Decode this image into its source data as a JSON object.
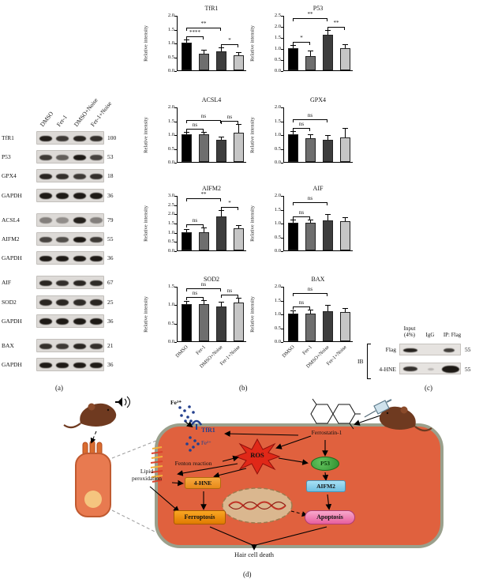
{
  "figure": {
    "panel_labels": {
      "a": "(a)",
      "b": "(b)",
      "c": "(c)",
      "d": "(d)"
    }
  },
  "bar_colors": [
    "#000000",
    "#6e6e6e",
    "#3d3d3d",
    "#c6c6c6"
  ],
  "panel_a": {
    "lane_labels": [
      "DMSO",
      "Fer-1",
      "DMSO+Noise",
      "Fer-1+Noise"
    ],
    "rows": [
      {
        "label": "TfR1",
        "mw": "100",
        "group": 0,
        "bands": [
          0.95,
          0.8,
          0.9,
          0.85
        ]
      },
      {
        "label": "P53",
        "mw": "53",
        "group": 0,
        "bands": [
          0.8,
          0.62,
          0.97,
          0.75
        ]
      },
      {
        "label": "GPX4",
        "mw": "18",
        "group": 0,
        "bands": [
          0.9,
          0.85,
          0.8,
          0.85
        ]
      },
      {
        "label": "GAPDH",
        "mw": "36",
        "group": 0,
        "bands": [
          0.96,
          0.96,
          0.96,
          0.96
        ]
      },
      {
        "label": "ACSL4",
        "mw": "79",
        "group": 1,
        "bands": [
          0.45,
          0.38,
          0.92,
          0.45
        ]
      },
      {
        "label": "AIFM2",
        "mw": "55",
        "group": 1,
        "bands": [
          0.75,
          0.7,
          0.97,
          0.8
        ]
      },
      {
        "label": "GAPDH",
        "mw": "36",
        "group": 1,
        "bands": [
          0.96,
          0.96,
          0.96,
          0.96
        ]
      },
      {
        "label": "AIF",
        "mw": "67",
        "group": 2,
        "bands": [
          0.9,
          0.86,
          0.9,
          0.88
        ]
      },
      {
        "label": "SOD2",
        "mw": "25",
        "group": 2,
        "bands": [
          0.9,
          0.9,
          0.88,
          0.9
        ]
      },
      {
        "label": "GAPDH",
        "mw": "36",
        "group": 2,
        "bands": [
          0.96,
          0.96,
          0.96,
          0.96
        ]
      },
      {
        "label": "BAX",
        "mw": "21",
        "group": 3,
        "bands": [
          0.85,
          0.8,
          0.9,
          0.85
        ]
      },
      {
        "label": "GAPDH",
        "mw": "36",
        "group": 3,
        "bands": [
          0.96,
          0.96,
          0.96,
          0.96
        ]
      }
    ]
  },
  "chart_data": [
    {
      "type": "bar",
      "title": "TfR1",
      "ylabel": "Relative intensity",
      "ylim": [
        0,
        2.0
      ],
      "yticks": [
        0,
        0.5,
        1.0,
        1.5,
        2.0
      ],
      "categories": [
        "DMSO",
        "Fer-1",
        "DMSO+Noise",
        "Fer-1+Noise"
      ],
      "values": [
        1.0,
        0.6,
        0.7,
        0.55
      ],
      "errors": [
        0.1,
        0.12,
        0.1,
        0.08
      ],
      "significance": [
        {
          "from": 0,
          "to": 1,
          "label": "****",
          "level": 0
        },
        {
          "from": 0,
          "to": 2,
          "label": "**",
          "level": 1
        },
        {
          "from": 2,
          "to": 3,
          "label": "*",
          "level": 0
        }
      ],
      "show_xlabels": false
    },
    {
      "type": "bar",
      "title": "P53",
      "ylabel": "Relative intensity",
      "ylim": [
        0,
        2.5
      ],
      "yticks": [
        0,
        0.5,
        1.0,
        1.5,
        2.0,
        2.5
      ],
      "categories": [
        "DMSO",
        "Fer-1",
        "DMSO+Noise",
        "Fer-1+Noise"
      ],
      "values": [
        1.0,
        0.65,
        1.6,
        1.0
      ],
      "errors": [
        0.12,
        0.2,
        0.18,
        0.15
      ],
      "significance": [
        {
          "from": 0,
          "to": 1,
          "label": "*",
          "level": 0
        },
        {
          "from": 0,
          "to": 2,
          "label": "**",
          "level": 1
        },
        {
          "from": 2,
          "to": 3,
          "label": "**",
          "level": 0
        }
      ],
      "show_xlabels": false
    },
    {
      "type": "bar",
      "title": "ACSL4",
      "ylabel": "Relative intensity",
      "ylim": [
        0,
        2.0
      ],
      "yticks": [
        0,
        0.5,
        1.0,
        1.5,
        2.0
      ],
      "categories": [
        "DMSO",
        "Fer-1",
        "DMSO+Noise",
        "Fer-1+Noise"
      ],
      "values": [
        1.0,
        1.0,
        0.8,
        1.05
      ],
      "errors": [
        0.07,
        0.07,
        0.1,
        0.28
      ],
      "significance": [
        {
          "from": 0,
          "to": 1,
          "label": "ns",
          "level": 0
        },
        {
          "from": 0,
          "to": 2,
          "label": "ns",
          "level": 1
        },
        {
          "from": 2,
          "to": 3,
          "label": "ns",
          "level": 0
        }
      ],
      "show_xlabels": false
    },
    {
      "type": "bar",
      "title": "GPX4",
      "ylabel": "Relative intensity",
      "ylim": [
        0,
        2.0
      ],
      "yticks": [
        0,
        0.5,
        1.0,
        1.5,
        2.0
      ],
      "categories": [
        "DMSO",
        "Fer-1",
        "DMSO+Noise",
        "Fer-1+Noise"
      ],
      "values": [
        1.0,
        0.85,
        0.8,
        0.9
      ],
      "errors": [
        0.08,
        0.12,
        0.15,
        0.3
      ],
      "significance": [
        {
          "from": 0,
          "to": 1,
          "label": "ns",
          "level": 0
        },
        {
          "from": 0,
          "to": 2,
          "label": "ns",
          "level": 1
        }
      ],
      "show_xlabels": false
    },
    {
      "type": "bar",
      "title": "AIFM2",
      "ylabel": "Relative intensity",
      "ylim": [
        0,
        3.0
      ],
      "yticks": [
        0,
        0.5,
        1.0,
        1.5,
        2.0,
        2.5,
        3.0
      ],
      "categories": [
        "DMSO",
        "Fer-1",
        "DMSO+Noise",
        "Fer-1+Noise"
      ],
      "values": [
        1.0,
        1.0,
        1.85,
        1.2
      ],
      "errors": [
        0.1,
        0.18,
        0.3,
        0.15
      ],
      "significance": [
        {
          "from": 0,
          "to": 1,
          "label": "ns",
          "level": 0
        },
        {
          "from": 0,
          "to": 2,
          "label": "**",
          "level": 1
        },
        {
          "from": 2,
          "to": 3,
          "label": "*",
          "level": 0
        }
      ],
      "show_xlabels": false
    },
    {
      "type": "bar",
      "title": "AIF",
      "ylabel": "Relative intensity",
      "ylim": [
        0,
        2.0
      ],
      "yticks": [
        0,
        0.5,
        1.0,
        1.5,
        2.0
      ],
      "categories": [
        "DMSO",
        "Fer-1",
        "DMSO+Noise",
        "Fer-1+Noise"
      ],
      "values": [
        1.0,
        1.0,
        1.1,
        1.05
      ],
      "errors": [
        0.08,
        0.1,
        0.18,
        0.12
      ],
      "significance": [
        {
          "from": 0,
          "to": 1,
          "label": "ns",
          "level": 0
        },
        {
          "from": 0,
          "to": 2,
          "label": "ns",
          "level": 1
        }
      ],
      "show_xlabels": false
    },
    {
      "type": "bar",
      "title": "SOD2",
      "ylabel": "Relative intensity",
      "ylim": [
        0,
        1.5
      ],
      "yticks": [
        0,
        0.5,
        1.0,
        1.5
      ],
      "categories": [
        "DMSO",
        "Fer-1",
        "DMSO+Noise",
        "Fer-1+Noise"
      ],
      "values": [
        1.0,
        1.0,
        0.95,
        1.05
      ],
      "errors": [
        0.07,
        0.1,
        0.1,
        0.1
      ],
      "significance": [
        {
          "from": 0,
          "to": 1,
          "label": "ns",
          "level": 0
        },
        {
          "from": 0,
          "to": 2,
          "label": "ns",
          "level": 1
        },
        {
          "from": 2,
          "to": 3,
          "label": "ns",
          "level": 0
        }
      ],
      "show_xlabels": true
    },
    {
      "type": "bar",
      "title": "BAX",
      "ylabel": "Relative intensity",
      "ylim": [
        0,
        2.0
      ],
      "yticks": [
        0,
        0.5,
        1.0,
        1.5,
        2.0
      ],
      "categories": [
        "DMSO",
        "Fer-1",
        "DMSO+Noise",
        "Fer-1+Noise"
      ],
      "values": [
        1.0,
        1.0,
        1.1,
        1.05
      ],
      "errors": [
        0.1,
        0.12,
        0.18,
        0.12
      ],
      "significance": [
        {
          "from": 0,
          "to": 1,
          "label": "ns",
          "level": 0
        },
        {
          "from": 0,
          "to": 2,
          "label": "ns",
          "level": 1
        }
      ],
      "show_xlabels": true
    }
  ],
  "panel_c": {
    "col_input_line1": "Input",
    "col_input_line2": "(4%)",
    "col_igg": "IgG",
    "col_ip": "IP: Flag",
    "ib_label": "IB",
    "rows": [
      {
        "label": "Flag",
        "mw": "55"
      },
      {
        "label": "4-HNE",
        "mw": "55"
      }
    ]
  },
  "panel_d": {
    "fe3": "Fe³⁺",
    "fe2": "Fe²⁺",
    "tfr1": "TfR1",
    "fenton": "Fenton reaction",
    "ros": "ROS",
    "ferrostatin": "Ferrostatin-1",
    "p53": "P53",
    "lipid_line1": "Lipid",
    "lipid_line2": "peroxidation",
    "hne": "4-HNE",
    "aifm2": "AIFM2",
    "ferroptosis": "Ferroptosis",
    "apoptosis": "Apoptosis",
    "death": "Hair cell death"
  }
}
